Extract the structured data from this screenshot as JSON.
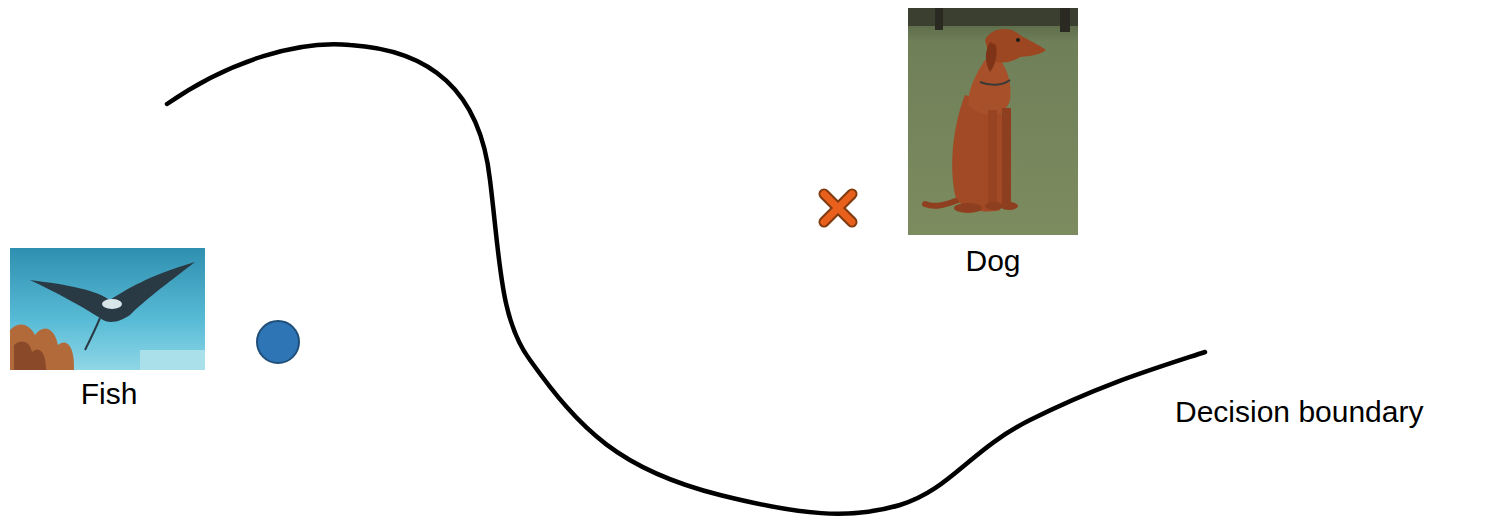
{
  "diagram": {
    "labels": [
      "Fish",
      "Dog",
      "Decision boundary"
    ]
  }
}
